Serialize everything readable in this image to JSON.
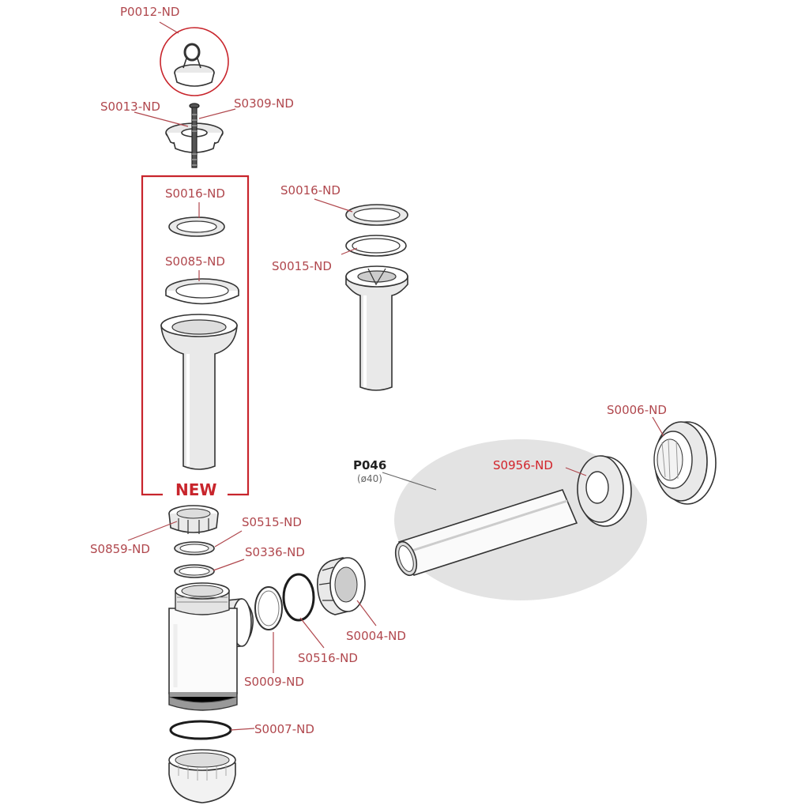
{
  "labels": {
    "p0012": "P0012-ND",
    "s0013": "S0013-ND",
    "s0309": "S0309-ND",
    "s0016_kit": "S0016-ND",
    "s0085": "S0085-ND",
    "new_badge": "NEW",
    "s0016_alt": "S0016-ND",
    "s0015": "S0015-ND",
    "s0006": "S0006-ND",
    "p046": "P046",
    "p046_diameter": "(ø40)",
    "s0956": "S0956-ND",
    "s0859": "S0859-ND",
    "s0515": "S0515-ND",
    "s0336": "S0336-ND",
    "s0004": "S0004-ND",
    "s0516": "S0516-ND",
    "s0009": "S0009-ND",
    "s0007": "S0007-ND"
  },
  "colors": {
    "label": "#b0474d",
    "highlight_label": "#d2232a",
    "new_frame": "#c8252c",
    "highlight_area": "#e3e3e3"
  }
}
